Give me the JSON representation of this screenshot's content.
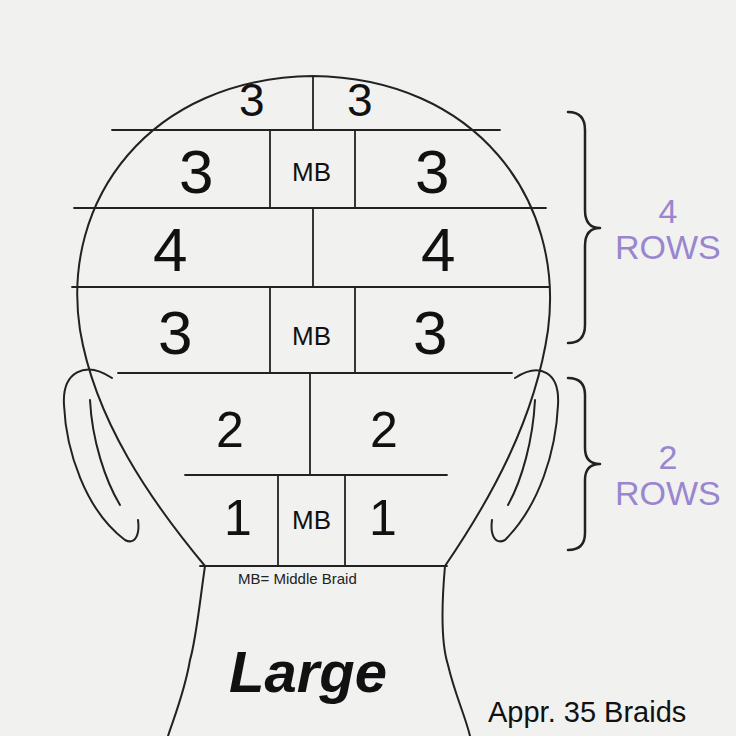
{
  "diagram": {
    "nodes": [
      {
        "text": [
          "3"
        ]
      },
      {
        "text": [
          "3"
        ]
      },
      {
        "text": [
          "3"
        ]
      },
      {
        "text": [
          "MB"
        ]
      },
      {
        "text": [
          "3"
        ]
      },
      {
        "text": [
          "4"
        ]
      },
      {
        "text": [
          "4"
        ]
      },
      {
        "text": [
          "3"
        ]
      },
      {
        "text": [
          "MB"
        ]
      },
      {
        "text": [
          "3"
        ]
      },
      {
        "text": [
          "2"
        ]
      },
      {
        "text": [
          "2"
        ]
      },
      {
        "text": [
          "1"
        ]
      },
      {
        "text": [
          "MB"
        ]
      },
      {
        "text": [
          "1"
        ]
      }
    ],
    "labels": [
      "4 ROWS",
      "2 ROWS",
      "MB= Middle Braid",
      "Large",
      "Appr. 35 Braids"
    ]
  }
}
